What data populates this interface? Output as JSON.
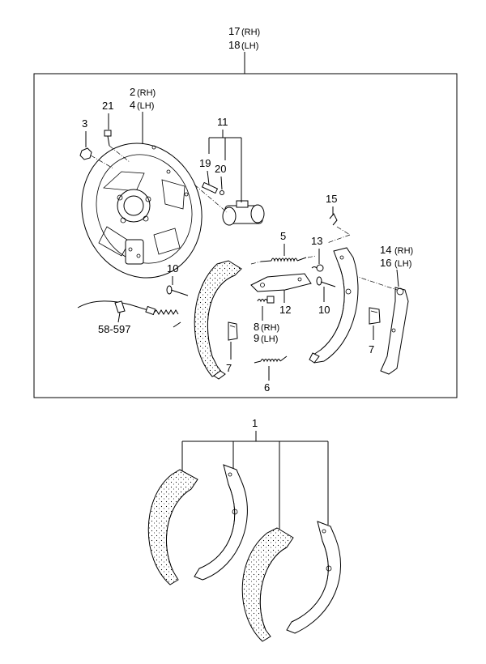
{
  "title_labels": {
    "rh_num": "17",
    "rh_suffix": "(RH)",
    "lh_num": "18",
    "lh_suffix": "(LH)"
  },
  "callouts": {
    "p2": "2",
    "p2_sfx": "(RH)",
    "p4": "4",
    "p4_sfx": "(LH)",
    "p21": "21",
    "p3": "3",
    "p11": "11",
    "p19": "19",
    "p20": "20",
    "p15": "15",
    "p5": "5",
    "p13": "13",
    "p14": "14",
    "p14_sfx": "(RH)",
    "p16": "16",
    "p16_sfx": "(LH)",
    "p10a": "10",
    "p10b": "10",
    "p8": "8",
    "p8_sfx": "(RH)",
    "p9": "9",
    "p9_sfx": "(LH)",
    "p12": "12",
    "p58": "58-597",
    "p7a": "7",
    "p7b": "7",
    "p6": "6",
    "p1": "1"
  }
}
